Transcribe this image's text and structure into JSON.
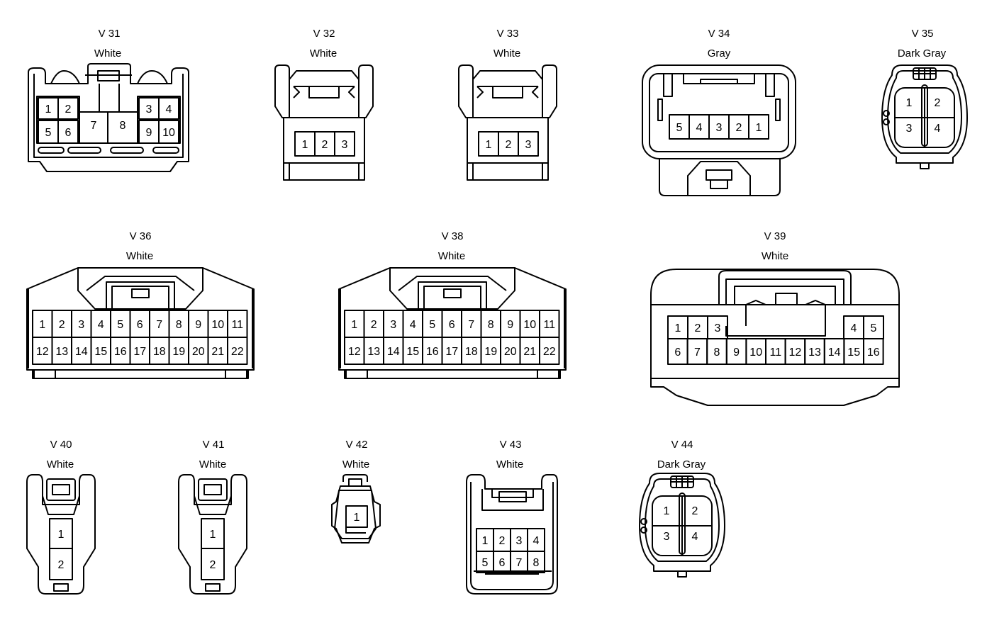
{
  "connectors": [
    {
      "id": "V 31",
      "color": "White",
      "pins": [
        "1",
        "2",
        "3",
        "4",
        "5",
        "6",
        "7",
        "8",
        "9",
        "10"
      ]
    },
    {
      "id": "V 32",
      "color": "White",
      "pins": [
        "1",
        "2",
        "3"
      ]
    },
    {
      "id": "V 33",
      "color": "White",
      "pins": [
        "1",
        "2",
        "3"
      ]
    },
    {
      "id": "V 34",
      "color": "Gray",
      "pins": [
        "5",
        "4",
        "3",
        "2",
        "1"
      ]
    },
    {
      "id": "V 35",
      "color": "Dark Gray",
      "pins": [
        "1",
        "2",
        "3",
        "4"
      ]
    },
    {
      "id": "V 36",
      "color": "White",
      "pins": [
        "1",
        "2",
        "3",
        "4",
        "5",
        "6",
        "7",
        "8",
        "9",
        "10",
        "11",
        "12",
        "13",
        "14",
        "15",
        "16",
        "17",
        "18",
        "19",
        "20",
        "21",
        "22"
      ]
    },
    {
      "id": "V 38",
      "color": "White",
      "pins": [
        "1",
        "2",
        "3",
        "4",
        "5",
        "6",
        "7",
        "8",
        "9",
        "10",
        "11",
        "12",
        "13",
        "14",
        "15",
        "16",
        "17",
        "18",
        "19",
        "20",
        "21",
        "22"
      ]
    },
    {
      "id": "V 39",
      "color": "White",
      "pins": [
        "1",
        "2",
        "3",
        "4",
        "5",
        "6",
        "7",
        "8",
        "9",
        "10",
        "11",
        "12",
        "13",
        "14",
        "15",
        "16"
      ]
    },
    {
      "id": "V 40",
      "color": "White",
      "pins": [
        "1",
        "2"
      ]
    },
    {
      "id": "V 41",
      "color": "White",
      "pins": [
        "1",
        "2"
      ]
    },
    {
      "id": "V 42",
      "color": "White",
      "pins": [
        "1"
      ]
    },
    {
      "id": "V 43",
      "color": "White",
      "pins": [
        "1",
        "2",
        "3",
        "4",
        "5",
        "6",
        "7",
        "8"
      ]
    },
    {
      "id": "V 44",
      "color": "Dark Gray",
      "pins": [
        "1",
        "2",
        "3",
        "4"
      ]
    }
  ]
}
